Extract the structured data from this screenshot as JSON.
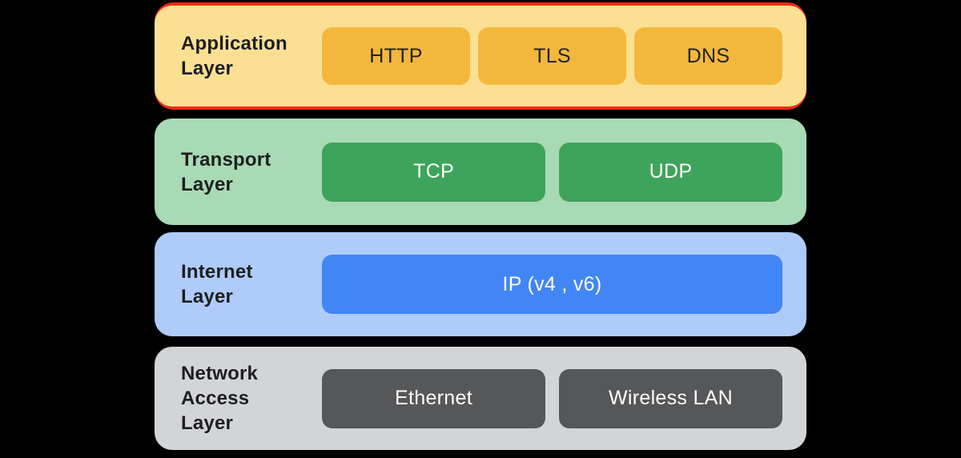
{
  "canvas": {
    "background": "#000000",
    "label_color": "#1D1E20"
  },
  "layers": [
    {
      "label": "Application\nLayer",
      "bg": "#FBE093",
      "box_bg": "#F4B73D",
      "box_text": "#202124",
      "highlight": "#F22A12",
      "boxes": [
        "HTTP",
        "TLS",
        "DNS"
      ]
    },
    {
      "label": "Transport\nLayer",
      "bg": "#A8DAB5",
      "box_bg": "#3EA45B",
      "box_text": "#FFFFFF",
      "boxes": [
        "TCP",
        "UDP"
      ]
    },
    {
      "label": "Internet\nLayer",
      "bg": "#AECBFA",
      "box_bg": "#4285F4",
      "box_text": "#FFFFFF",
      "boxes": [
        "IP (v4 , v6)"
      ]
    },
    {
      "label": "Network\nAccess\nLayer",
      "bg": "#D3D4D6",
      "box_bg": "#565759",
      "box_text": "#FFFFFF",
      "boxes": [
        "Ethernet",
        "Wireless LAN"
      ]
    }
  ]
}
